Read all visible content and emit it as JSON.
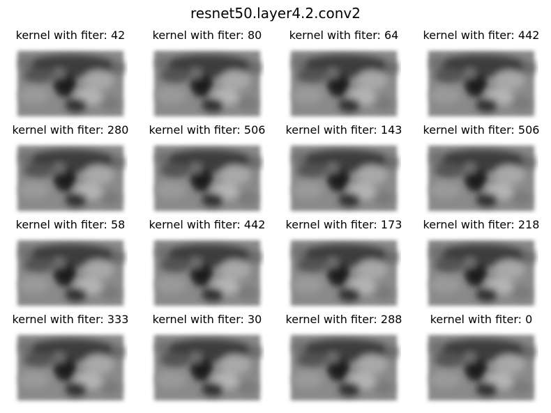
{
  "figure": {
    "title": "resnet50.layer4.2.conv2"
  },
  "panels": [
    {
      "title": "kernel with fiter: 42"
    },
    {
      "title": "kernel with fiter: 80"
    },
    {
      "title": "kernel with fiter: 64"
    },
    {
      "title": "kernel with fiter: 442"
    },
    {
      "title": "kernel with fiter: 280"
    },
    {
      "title": "kernel with fiter: 506"
    },
    {
      "title": "kernel with fiter: 143"
    },
    {
      "title": "kernel with fiter: 506"
    },
    {
      "title": "kernel with fiter: 58"
    },
    {
      "title": "kernel with fiter: 442"
    },
    {
      "title": "kernel with fiter: 173"
    },
    {
      "title": "kernel with fiter: 218"
    },
    {
      "title": "kernel with fiter: 333"
    },
    {
      "title": "kernel with fiter: 30"
    },
    {
      "title": "kernel with fiter: 288"
    },
    {
      "title": "kernel with fiter: 0"
    }
  ]
}
